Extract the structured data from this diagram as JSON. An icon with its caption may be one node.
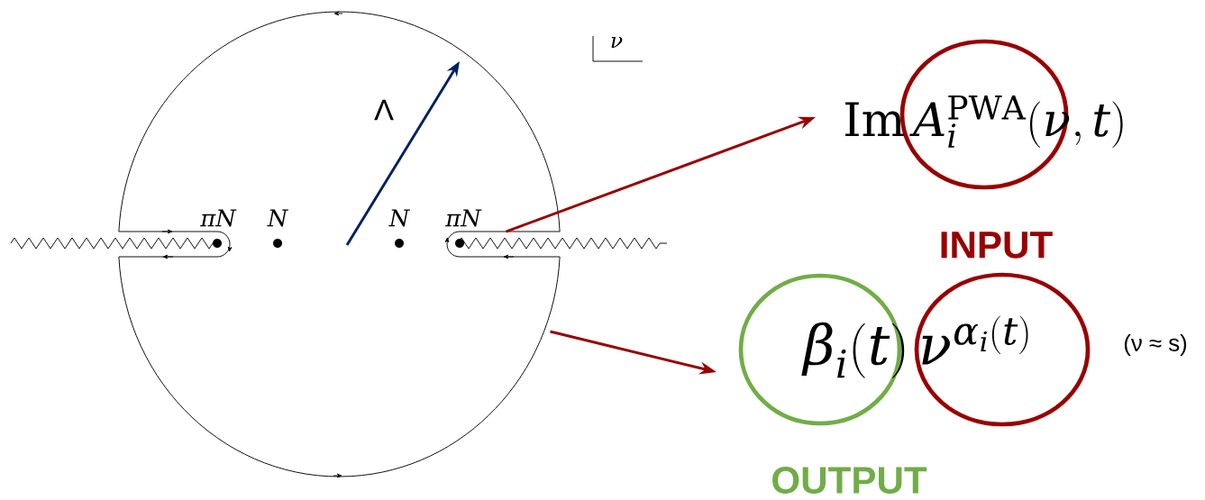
{
  "diagram": {
    "nodes": [
      {
        "text": [],
        "shape": "circle"
      },
      {
        "text": [
          "\\mathrm{Im}\\, A_i^{\\mathrm{PWA}}(\\nu,t)"
        ],
        "beside": [
          "INPUT"
        ]
      },
      {
        "text": [
          "\\beta_i(t)\\,\\nu^{\\alpha_i(t)}"
        ],
        "beside": [
          "OUTPUT"
        ]
      }
    ],
    "edges": [
      {
        "from": 0,
        "to": 1,
        "arrow": "to",
        "color": "#990000"
      },
      {
        "from": 0,
        "to": 2,
        "arrow": "to",
        "color": "#990000"
      }
    ],
    "labels": [
      "ν",
      "Λ",
      "πN",
      "N",
      "N",
      "πN",
      "(ν ≈ s)"
    ]
  }
}
